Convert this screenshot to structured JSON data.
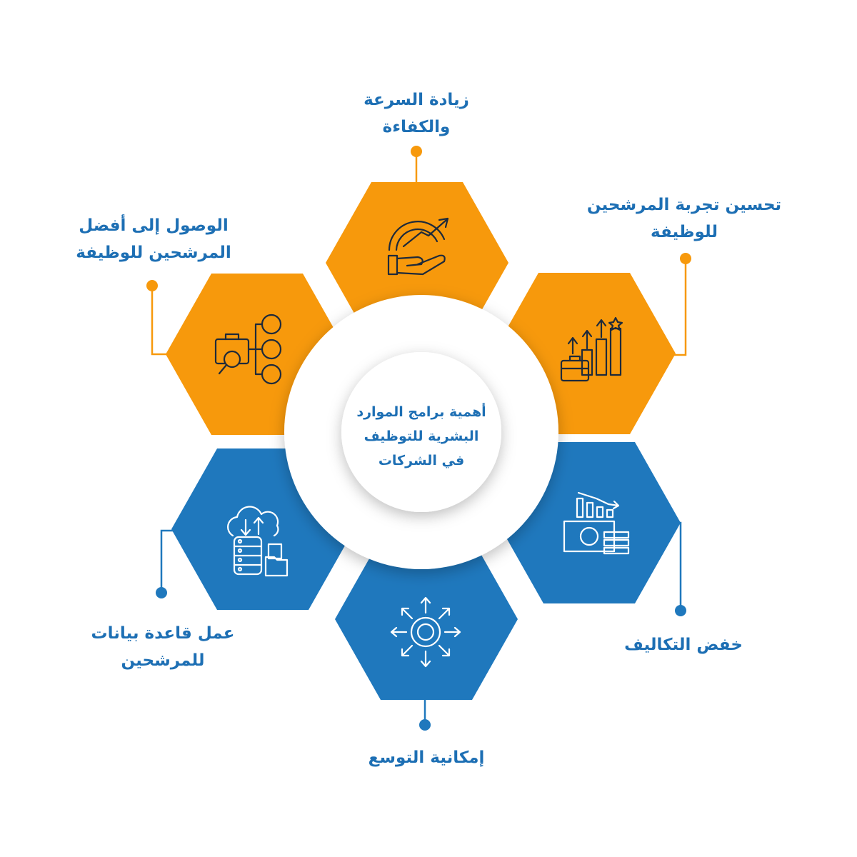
{
  "title": [
    "أهمية برامج الموارد",
    "البشرية للتوظيف",
    "في الشركات"
  ],
  "colors": {
    "orange": "#F7990C",
    "blue": "#1F78BD",
    "text": "#1d6fb4"
  },
  "items": [
    {
      "lines": [
        "زيادة السرعة",
        "والكفاءة"
      ],
      "icon": "speed-gauge-hand-icon",
      "color": "orange"
    },
    {
      "lines": [
        "تحسين تجربة المرشحين",
        "للوظيفة"
      ],
      "icon": "growth-chart-briefcase-icon",
      "color": "orange"
    },
    {
      "lines": [
        "خفض التكاليف"
      ],
      "icon": "money-cost-reduction-icon",
      "color": "blue"
    },
    {
      "lines": [
        "إمكانية التوسع"
      ],
      "icon": "gear-expand-icon",
      "color": "blue"
    },
    {
      "lines": [
        "عمل قاعدة بيانات",
        "للمرشحين"
      ],
      "icon": "cloud-database-icon",
      "color": "blue"
    },
    {
      "lines": [
        "الوصول إلى أفضل",
        "المرشحين للوظيفة"
      ],
      "icon": "candidates-hierarchy-icon",
      "color": "orange"
    }
  ]
}
